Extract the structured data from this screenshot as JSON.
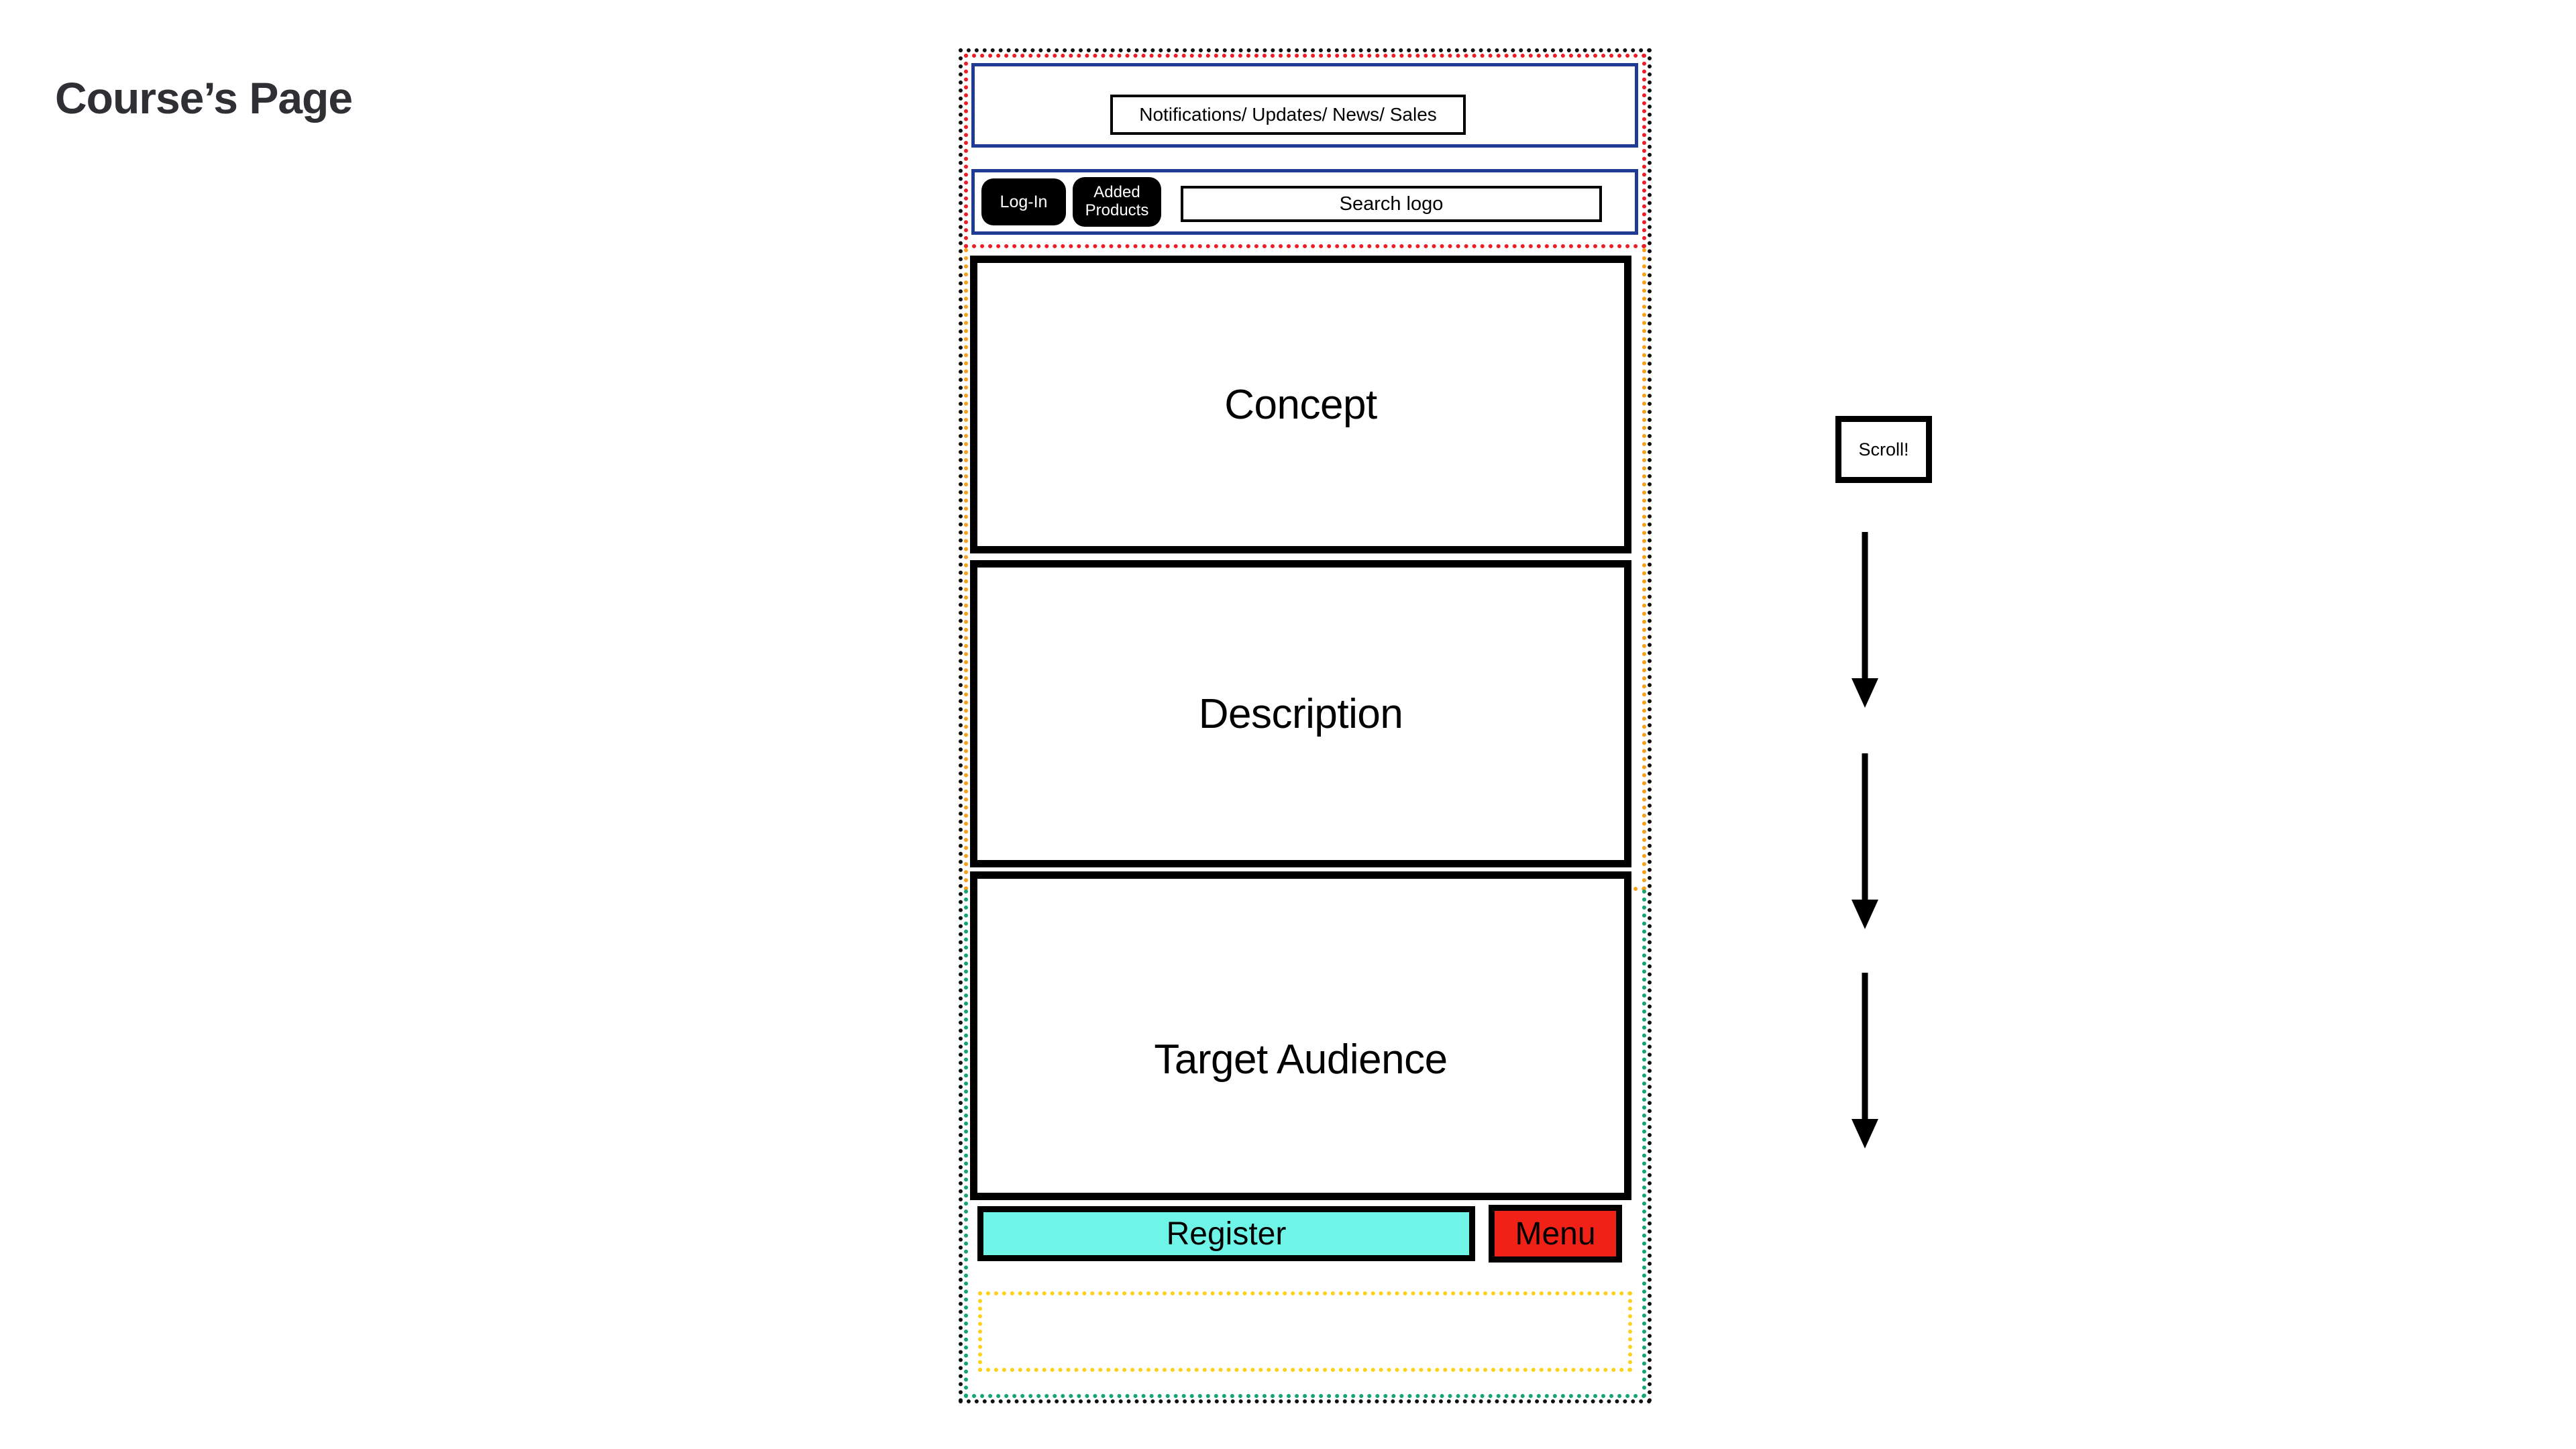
{
  "page": {
    "title": "Course’s Page",
    "background_color": "#ffffff"
  },
  "colors": {
    "outer_frame_dotted": "#111111",
    "header_zone_dotted": "#ee1c25",
    "content_zone_dotted": "#f8a01a",
    "lower_zone_dotted": "#12a56f",
    "footer_dotted": "#fdd117",
    "blue_group_border": "#1f3b94",
    "register_fill": "#6ff5e8",
    "menu_fill": "#f02218",
    "panel_border": "#000000",
    "title_text": "#2f3033"
  },
  "phone": {
    "header": {
      "notification_bar": {
        "text": "Notifications/ Updates/ News/ Sales"
      },
      "toolbar": {
        "login_label": "Log-In",
        "added_products_label": "Added\nProducts",
        "added_products_line1": "Added",
        "added_products_line2": "Products",
        "search_label": "Search logo",
        "search_placeholder": "Search logo"
      }
    },
    "sections": [
      {
        "id": "concept",
        "label": "Concept"
      },
      {
        "id": "description",
        "label": "Description"
      },
      {
        "id": "target-audience",
        "label": "Target Audience"
      }
    ],
    "actions": {
      "register_label": "Register",
      "menu_label": "Menu"
    },
    "footer": {
      "label": ""
    }
  },
  "scroll_hint": {
    "label": "Scroll!",
    "arrow_count": 3,
    "direction": "down"
  }
}
